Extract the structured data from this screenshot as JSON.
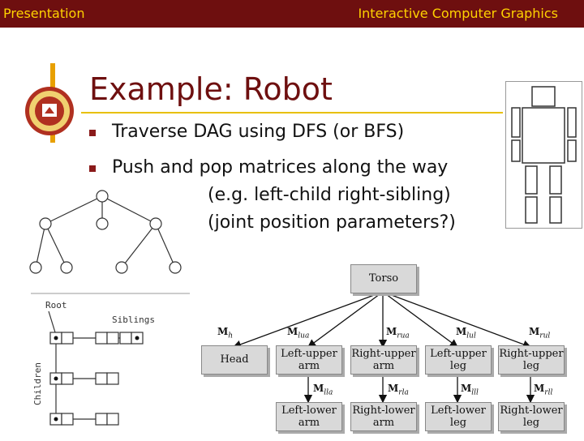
{
  "header": {
    "left": "Presentation",
    "right": "Interactive Computer Graphics"
  },
  "slide": {
    "title": "Example: Robot",
    "bullets": [
      "Traverse DAG using DFS (or BFS)",
      "Push and pop matrices along the way"
    ],
    "sublines": [
      "(e.g. left-child right-sibling)",
      "(joint position parameters?)"
    ]
  },
  "tree_figure": {
    "root_label": "Root",
    "siblings_label": "Siblings",
    "children_label": "Children"
  },
  "dag": {
    "root": "Torso",
    "level1": [
      {
        "label": [
          "Head"
        ],
        "matrix": "M",
        "sub": "h"
      },
      {
        "label": [
          "Left-upper",
          "arm"
        ],
        "matrix": "M",
        "sub": "lua"
      },
      {
        "label": [
          "Right-upper",
          "arm"
        ],
        "matrix": "M",
        "sub": "rua"
      },
      {
        "label": [
          "Left-upper",
          "leg"
        ],
        "matrix": "M",
        "sub": "lul"
      },
      {
        "label": [
          "Right-upper",
          "leg"
        ],
        "matrix": "M",
        "sub": "rul"
      }
    ],
    "level2": [
      {
        "label": [
          "Left-lower",
          "arm"
        ],
        "matrix": "M",
        "sub": "lla"
      },
      {
        "label": [
          "Right-lower",
          "arm"
        ],
        "matrix": "M",
        "sub": "rla"
      },
      {
        "label": [
          "Left-lower",
          "leg"
        ],
        "matrix": "M",
        "sub": "lll"
      },
      {
        "label": [
          "Right-lower",
          "leg"
        ],
        "matrix": "M",
        "sub": "rll"
      }
    ]
  },
  "colors": {
    "header_bg": "#6e0f0f",
    "header_text": "#ffd200",
    "title": "#6e0f0f",
    "accent": "#e8a000"
  }
}
